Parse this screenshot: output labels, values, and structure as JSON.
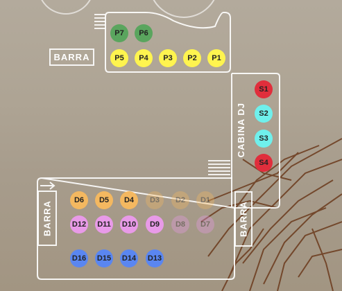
{
  "labels": {
    "barra_top": "BARRA",
    "barra_left": "BARRA",
    "barra_right": "BARRA",
    "cabina": "CABINA DJ"
  },
  "tables": {
    "p7": "P7",
    "p6": "P6",
    "p5": "P5",
    "p4": "P4",
    "p3": "P3",
    "p2": "P2",
    "p1": "P1",
    "s1": "S1",
    "s2": "S2",
    "s3": "S3",
    "s4": "S4",
    "d6": "D6",
    "d5": "D5",
    "d4": "D4",
    "d3": "D3",
    "d2": "D2",
    "d1": "D1",
    "d12": "D12",
    "d11": "D11",
    "d10": "D10",
    "d9": "D9",
    "d8": "D8",
    "d7": "D7",
    "d16": "D16",
    "d15": "D15",
    "d14": "D14",
    "d13": "D13"
  },
  "colors": {
    "yellow": "#fff44f",
    "green": "#5aa55e",
    "red": "#e02e3c",
    "cyan": "#6ff0ec",
    "orange": "#f4b860",
    "pink": "#e89ae8",
    "blue": "#5a86f0"
  }
}
